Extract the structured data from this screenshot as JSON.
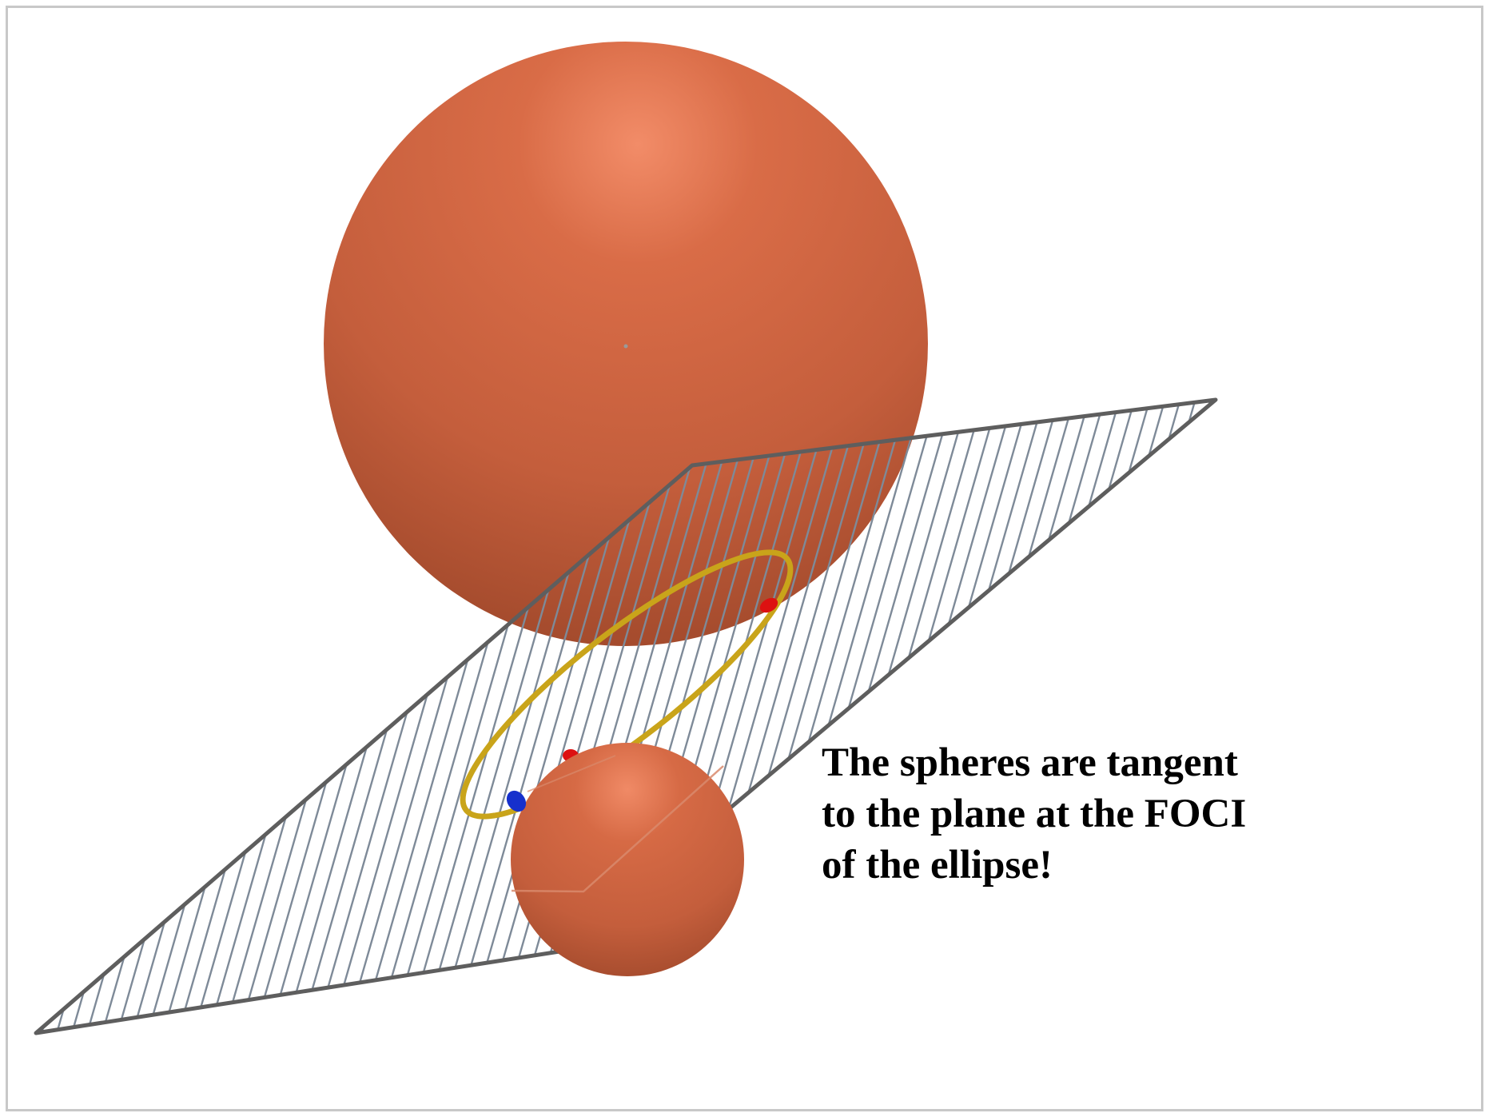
{
  "caption": {
    "lines": [
      "The spheres are tangent",
      "to the plane at the FOCI",
      "of the ellipse!"
    ]
  },
  "colors": {
    "sphere": "#c8623f",
    "sphere_highlight": "#f08a66",
    "sphere_shadow": "#9a4528",
    "plane_edge": "#5e5e5e",
    "plane_hatch": "#7e8a98",
    "ellipse": "#c9a41a",
    "focus_point": "#dd1111",
    "ellipse_point": "#1630cc",
    "frame_border": "#c8c8c8"
  },
  "scene": {
    "objects": [
      "large-sphere",
      "small-sphere",
      "cutting-plane",
      "ellipse",
      "focus-points",
      "point-on-ellipse"
    ]
  }
}
